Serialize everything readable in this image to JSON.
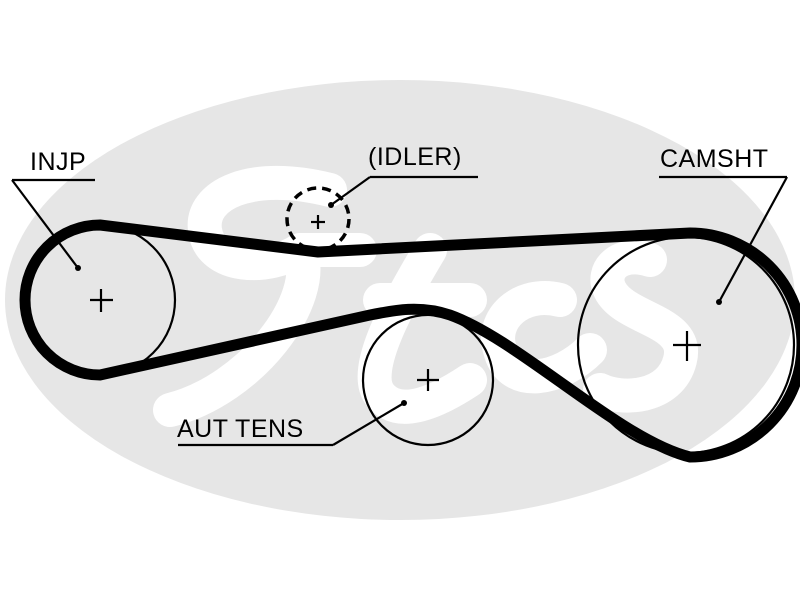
{
  "labels": {
    "injp": "INJP",
    "idler": "(IDLER)",
    "camsht": "CAMSHT",
    "aut_tens": "AUT TENS"
  },
  "colors": {
    "watermark": "#e6e6e6",
    "belt": "#000000",
    "background": "#ffffff"
  },
  "watermark_logo": "Gates"
}
